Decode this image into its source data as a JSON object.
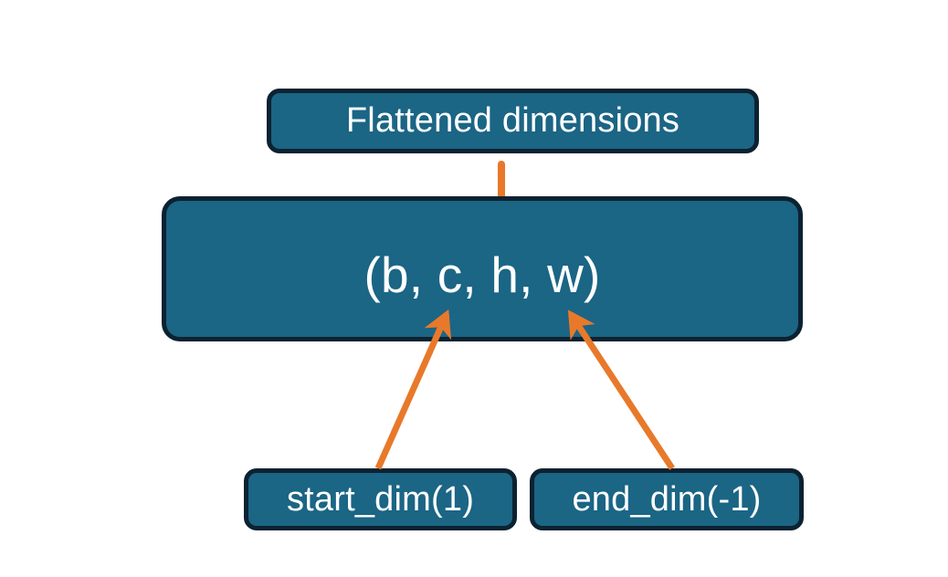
{
  "diagram": {
    "title_node": {
      "label": "Flattened dimensions"
    },
    "shape_node": {
      "label": "(b, c, h, w)"
    },
    "start_node": {
      "label": "start_dim(1)"
    },
    "end_node": {
      "label": "end_dim(-1)"
    },
    "colors": {
      "node_fill": "#1b6585",
      "node_border": "#0c2231",
      "node_text": "#ffffff",
      "connector": "#e8792b",
      "background": "#ffffff"
    },
    "connectors": {
      "brace": {
        "name": "curly-brace-connector",
        "spans_label": "(b, c, h, w)",
        "points_to": "Flattened dimensions"
      },
      "arrow_start": {
        "name": "arrow-start-dim",
        "from": "start_dim(1)",
        "to": "(b, c, h, w)"
      },
      "arrow_end": {
        "name": "arrow-end-dim",
        "from": "end_dim(-1)",
        "to": "(b, c, h, w)"
      }
    }
  }
}
